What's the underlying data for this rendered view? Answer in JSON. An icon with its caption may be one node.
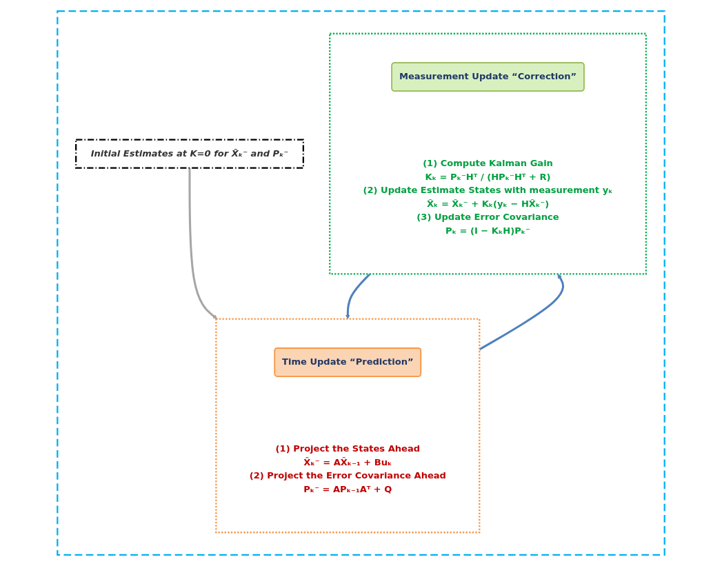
{
  "diagram": {
    "nodes": [
      {
        "text": [],
        "shape": "box"
      },
      {
        "text": [
          "Initial Estimates at K=0 for X̂ₖ⁻ and Pₖ⁻"
        ],
        "in": 0
      },
      {
        "text": [
          "(1) Project the States Ahead",
          "X̂ₖ⁻ = AX̂ₖ₋₁ + Buₖ",
          "(2) Project the Error Covariance Ahead",
          "Pₖ⁻ = APₖ₋₁Aᵀ + Q"
        ],
        "in": 0
      },
      {
        "text": [
          "Time Update “Prediction”"
        ],
        "in": 2
      },
      {
        "text": [
          "(1) Compute Kalman Gain",
          "Kₖ = Pₖ⁻Hᵀ / (HPₖ⁻Hᵀ + R)",
          "(2) Update Estimate States with measurement yₖ",
          "X̂ₖ = X̂ₖ⁻ + Kₖ(yₖ − HX̂ₖ⁻)",
          "(3) Update Error Covariance",
          "Pₖ = (I − KₖH)Pₖ⁻"
        ],
        "in": 0
      },
      {
        "text": [
          "Measurement Update “Correction”"
        ],
        "in": 4
      }
    ],
    "edges": [
      {
        "from": 1,
        "to": 2,
        "arrow": "to",
        "color": "#a6a6a6"
      },
      {
        "from": 4,
        "to": 2,
        "arrow": "to"
      },
      {
        "from": 2,
        "to": 4,
        "arrow": "to"
      }
    ]
  }
}
